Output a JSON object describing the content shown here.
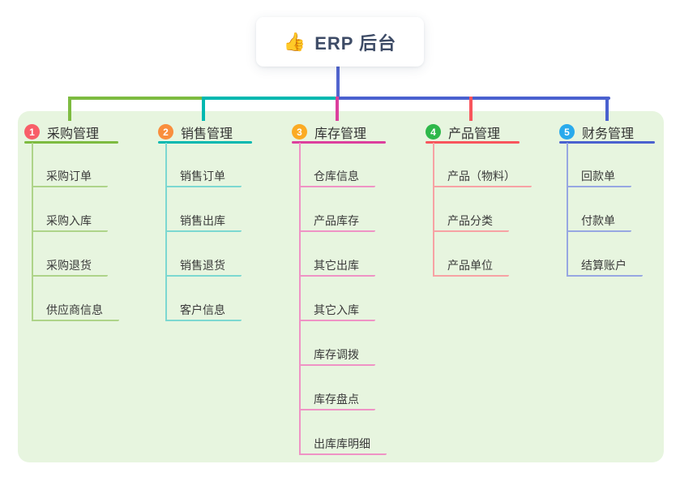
{
  "root": {
    "icon": "thumbs-up-icon",
    "emoji": "👍",
    "title": "ERP 后台"
  },
  "branches": [
    {
      "number": "1",
      "title": "采购管理",
      "color": "#7dbb40",
      "light_color": "#aed489",
      "badge_color": "#f85e68",
      "children": [
        "采购订单",
        "采购入库",
        "采购退货",
        "供应商信息"
      ]
    },
    {
      "number": "2",
      "title": "销售管理",
      "color": "#00b8b0",
      "light_color": "#7cd8d1",
      "badge_color": "#f98e3d",
      "children": [
        "销售订单",
        "销售出库",
        "销售退货",
        "客户信息"
      ]
    },
    {
      "number": "3",
      "title": "库存管理",
      "color": "#dc3f9d",
      "light_color": "#ef93c5",
      "badge_color": "#fbab24",
      "children": [
        "仓库信息",
        "产品库存",
        "其它出库",
        "其它入库",
        "库存调拨",
        "库存盘点",
        "出库库明细"
      ]
    },
    {
      "number": "4",
      "title": "产品管理",
      "color": "#f8555c",
      "light_color": "#f7a2a4",
      "badge_color": "#2eb84a",
      "children": [
        "产品（物料）",
        "产品分类",
        "产品单位"
      ]
    },
    {
      "number": "5",
      "title": "财务管理",
      "color": "#4a61cf",
      "light_color": "#97a7e2",
      "badge_color": "#29aaec",
      "children": [
        "回款单",
        "付款单",
        "结算账户"
      ]
    }
  ],
  "colors": {
    "root_line": "#5265cf",
    "panel_bg": "#e7f5df",
    "canvas_bg": "#ffffff",
    "text": "#3a3a3a",
    "root_text": "#3d4b66"
  }
}
